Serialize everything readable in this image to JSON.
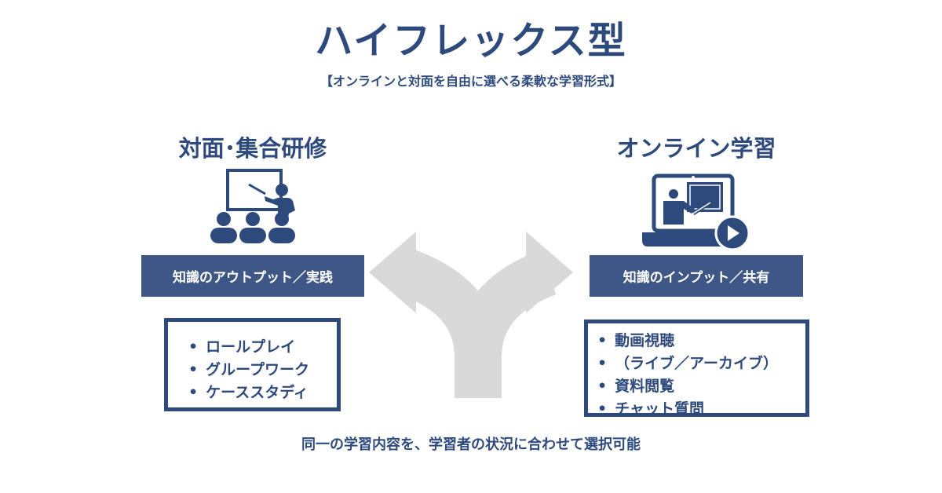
{
  "title": "ハイフレックス型",
  "subtitle": "【オンラインと対面を自由に選べる柔軟な学習形式】",
  "left": {
    "heading": "対面･集合研修",
    "icon": "classroom-presentation-icon",
    "banner": "知識のアウトプット／実践",
    "items": [
      "ロールプレイ",
      "グループワーク",
      "ケーススタディ"
    ]
  },
  "right": {
    "heading": "オンライン学習",
    "icon": "laptop-video-lecture-icon",
    "banner": "知識のインプット／共有",
    "items": [
      "動画視聴",
      "（ライブ／アーカイブ）",
      "資料閲覧",
      "チャット質問"
    ]
  },
  "footer": "同一の学習内容を、学習者の状況に合わせて選択可能",
  "colors": {
    "navy": "#2e4a7d",
    "banner": "#3f5787",
    "arrow": "#d9d9d9"
  }
}
